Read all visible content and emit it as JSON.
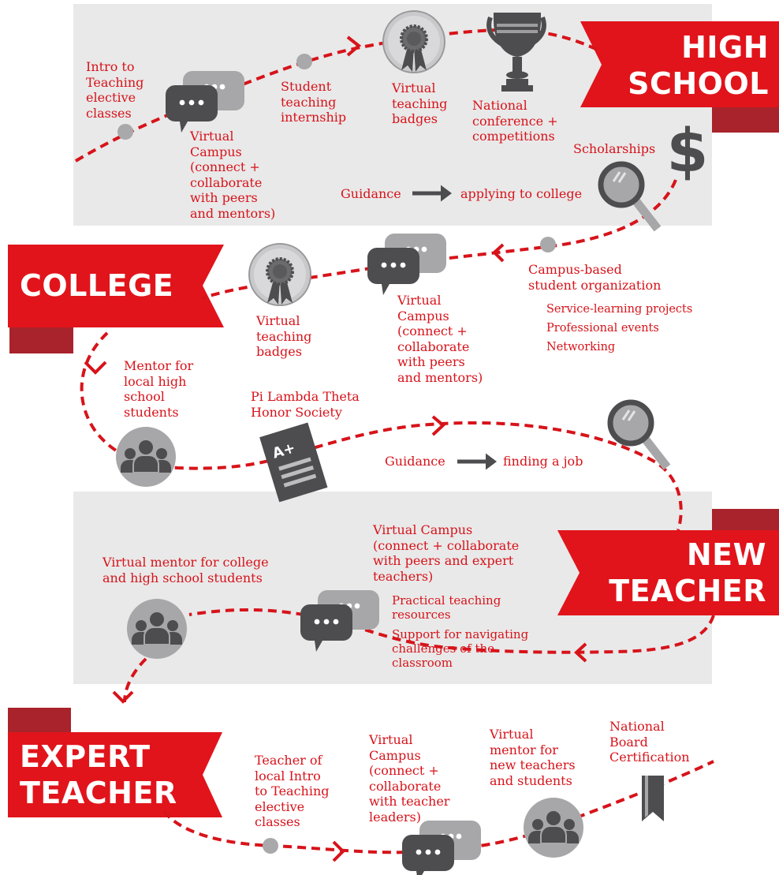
{
  "colors": {
    "accent": "#d7131a",
    "accent_dark": "#a8232b",
    "band": "#e9e9e9",
    "icon_dark": "#4d4d4f",
    "icon_light": "#a7a7a9",
    "dot": "#a9a9ab"
  },
  "high_school": {
    "banner_title": "HIGH\nSCHOOL",
    "items": {
      "intro": "Intro to\nTeaching\nelective\nclasses",
      "virtual_campus": "Virtual\nCampus\n(connect +\ncollaborate\nwith peers\nand mentors)",
      "internship": "Student\nteaching\ninternship",
      "badges": "Virtual\nteaching\nbadges",
      "conference": "National\nconference +\ncompetitions",
      "scholarships": "Scholarships",
      "guidance": "Guidance",
      "guidance_target": "applying to college"
    },
    "icons": {
      "badge": "ribbon-badge-icon",
      "trophy": "trophy-icon",
      "dollar": "dollar-sign-icon",
      "magnifier": "magnifier-icon",
      "chat": "chat-bubbles-icon",
      "arrow": "right-arrow-icon"
    }
  },
  "college": {
    "banner_title": "COLLEGE",
    "items": {
      "badges": "Virtual\nteaching\nbadges",
      "virtual_campus": "Virtual\nCampus\n(connect +\ncollaborate\nwith peers\nand mentors)",
      "organization": "Campus-based\nstudent organization",
      "org_sub": [
        "Service-learning projects",
        "Professional events",
        "Networking"
      ],
      "mentor": "Mentor for\nlocal high\nschool\nstudents",
      "honor_society": "Pi Lambda Theta\nHonor Society",
      "guidance": "Guidance",
      "guidance_target": "finding a job",
      "grade": "A+"
    },
    "icons": {
      "people": "people-group-icon",
      "grade": "graded-paper-icon"
    }
  },
  "new_teacher": {
    "banner_title": "NEW\nTEACHER",
    "items": {
      "virtual_mentor": "Virtual mentor for college\nand high school students",
      "virtual_campus": "Virtual Campus\n(connect + collaborate\nwith peers and expert\nteachers)",
      "resources": "Practical teaching\nresources",
      "support": "Support for navigating\nchallenges of the\nclassroom"
    }
  },
  "expert_teacher": {
    "banner_title": "EXPERT\nTEACHER",
    "items": {
      "teacher_intro": "Teacher of\nlocal Intro\nto Teaching\nelective\nclasses",
      "virtual_campus": "Virtual\nCampus\n(connect +\ncollaborate\nwith teacher\nleaders)",
      "virtual_mentor": "Virtual\nmentor for\nnew teachers\nand students",
      "certification": "National\nBoard\nCertification"
    },
    "icons": {
      "bookmark": "bookmark-ribbon-icon"
    }
  }
}
